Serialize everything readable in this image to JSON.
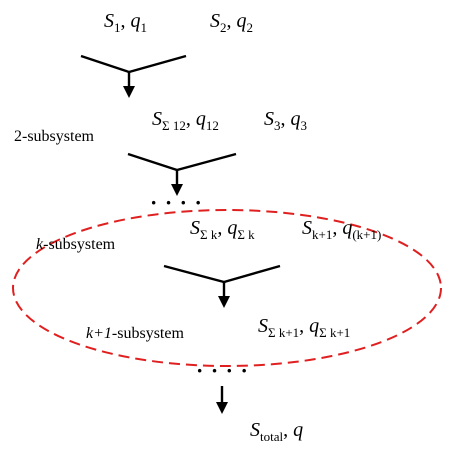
{
  "colors": {
    "ink": "#000000",
    "highlight_ellipse": "#e02020"
  },
  "turbines": [
    {
      "id": "t1",
      "label": {
        "s": "S",
        "s_sub": "1",
        "q": "q",
        "q_sub": "1"
      }
    },
    {
      "id": "t2",
      "label": {
        "s": "S",
        "s_sub": "2",
        "q": "q",
        "q_sub": "2"
      }
    },
    {
      "id": "t12",
      "label": {
        "s": "S",
        "s_sub": "Σ 12",
        "q": "q",
        "q_sub": "12"
      }
    },
    {
      "id": "t3",
      "label": {
        "s": "S",
        "s_sub": "3",
        "q": "q",
        "q_sub": "3"
      }
    },
    {
      "id": "tk",
      "label": {
        "s": "S",
        "s_sub": "Σ k",
        "q": "q",
        "q_sub": "Σ k"
      }
    },
    {
      "id": "tk1",
      "label": {
        "s": "S",
        "s_sub": "k+1",
        "q": "q",
        "q_sub": "(k+1)"
      }
    },
    {
      "id": "tsk1",
      "label": {
        "s": "S",
        "s_sub": "Σ k+1",
        "q": "q",
        "q_sub": "Σ k+1"
      }
    },
    {
      "id": "ttotal",
      "label": {
        "s": "S",
        "s_sub": "total",
        "q": "q",
        "q_sub": ""
      }
    }
  ],
  "subsystem_labels": {
    "two": "2-subsystem",
    "k_var": "k",
    "k_rest": "-subsystem",
    "k1_var": "k+1",
    "k1_rest": "-subsystem"
  },
  "continuation_dots": "· · · ·",
  "icon": "wind-turbine-icon"
}
